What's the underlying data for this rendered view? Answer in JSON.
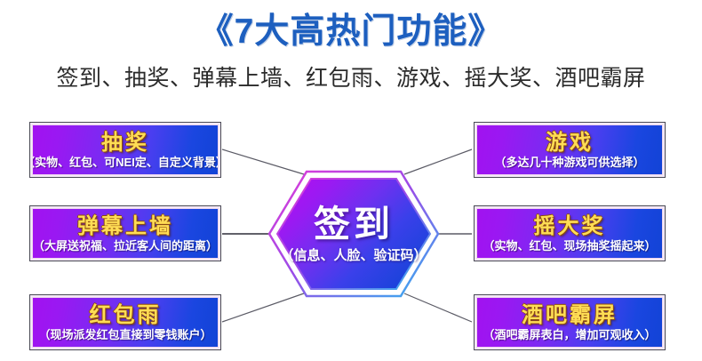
{
  "header": {
    "title": "《7大高热门功能》",
    "subtitle": "签到、抽奖、弹幕上墙、红包雨、游戏、摇大奖、酒吧霸屏"
  },
  "center": {
    "title": "签到",
    "subtitle": "（信息、人脸、验证码）"
  },
  "left_cards": [
    {
      "title": "抽奖",
      "subtitle": "（实物、红包、可NEI定、自定义背景）"
    },
    {
      "title": "弹幕上墙",
      "subtitle": "（大屏送祝福、拉近客人间的距离）"
    },
    {
      "title": "红包雨",
      "subtitle": "（现场派发红包直接到零钱账户）"
    }
  ],
  "right_cards": [
    {
      "title": "游戏",
      "subtitle": "（多达几十种游戏可供选择）"
    },
    {
      "title": "摇大奖",
      "subtitle": "（实物、红包、现场抽奖摇起来）"
    },
    {
      "title": "酒吧霸屏",
      "subtitle": "（酒吧霸屏表白，增加可观收入）"
    }
  ],
  "colors": {
    "title_blue": "#1d5fbf",
    "card_title_yellow": "#ffdd55",
    "gradient_start_purple": "#a112f0",
    "gradient_end_blue": "#1243d6",
    "hex_outline_magenta": "#e23ad8",
    "hex_outline_cyan": "#2fb6f0",
    "connector_gray": "#5b5b66",
    "background": "#ffffff"
  }
}
